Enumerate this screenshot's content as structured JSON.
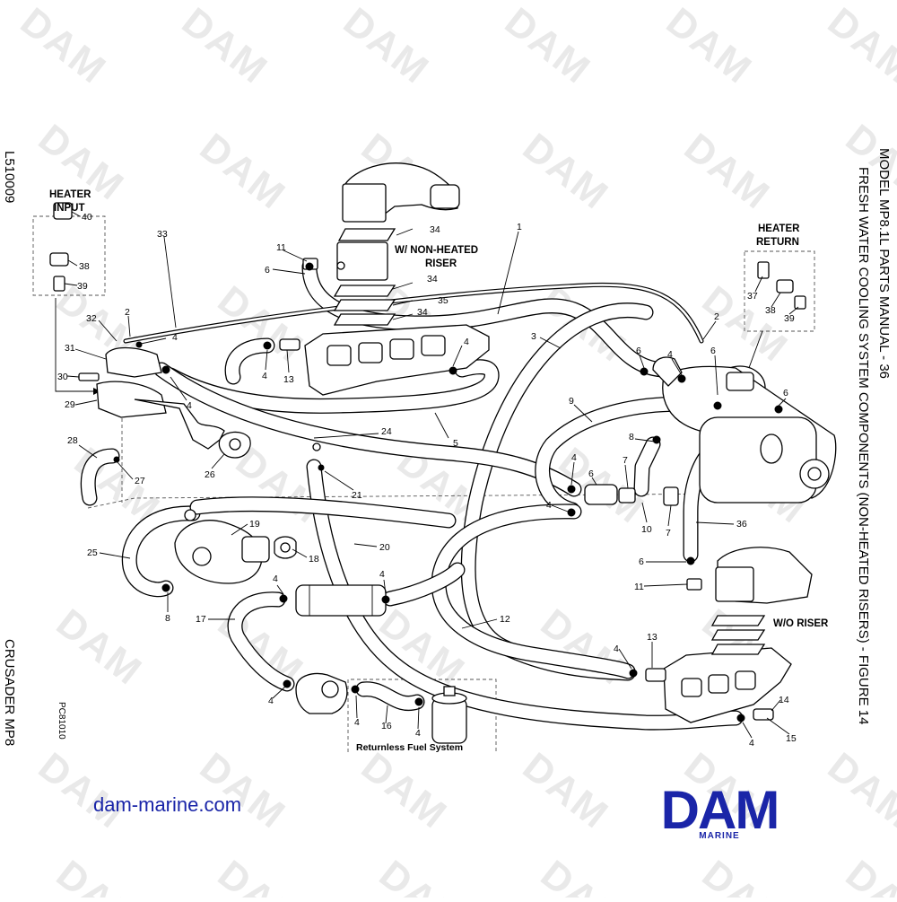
{
  "watermark": "DAM",
  "header": {
    "doc_title_1": "MODEL MP8.1L PARTS MANUAL - 36",
    "doc_title_2": "FRESH WATER COOLING SYSTEM COMPONENTS (NON-HEATED RISERS) - FIGURE 14",
    "code_left": "L510009",
    "footer_left": "CRUSADER MP8"
  },
  "diagram": {
    "labels": {
      "heater_input_1": "HEATER",
      "heater_input_2": "INPUT",
      "heater_return_1": "HEATER",
      "heater_return_2": "RETURN",
      "non_heated_riser_1": "W/ NON-HEATED",
      "non_heated_riser_2": "RISER",
      "wo_riser": "W/O RISER",
      "returnless_fuel": "Returnless Fuel System",
      "drawing_code": "PC81010"
    },
    "callouts": [
      {
        "text": "40"
      },
      {
        "text": "38"
      },
      {
        "text": "39"
      },
      {
        "text": "33"
      },
      {
        "text": "34"
      },
      {
        "text": "11"
      },
      {
        "text": "6"
      },
      {
        "text": "1"
      },
      {
        "text": "34"
      },
      {
        "text": "35"
      },
      {
        "text": "34"
      },
      {
        "text": "32"
      },
      {
        "text": "2"
      },
      {
        "text": "4"
      },
      {
        "text": "31"
      },
      {
        "text": "4"
      },
      {
        "text": "13"
      },
      {
        "text": "4"
      },
      {
        "text": "3"
      },
      {
        "text": "30"
      },
      {
        "text": "29"
      },
      {
        "text": "4"
      },
      {
        "text": "24"
      },
      {
        "text": "5"
      },
      {
        "text": "28"
      },
      {
        "text": "26"
      },
      {
        "text": "27"
      },
      {
        "text": "21"
      },
      {
        "text": "25"
      },
      {
        "text": "19"
      },
      {
        "text": "18"
      },
      {
        "text": "20"
      },
      {
        "text": "8"
      },
      {
        "text": "4"
      },
      {
        "text": "4"
      },
      {
        "text": "17"
      },
      {
        "text": "12"
      },
      {
        "text": "4"
      },
      {
        "text": "4"
      },
      {
        "text": "16"
      },
      {
        "text": "4"
      },
      {
        "text": "37"
      },
      {
        "text": "38"
      },
      {
        "text": "39"
      },
      {
        "text": "2"
      },
      {
        "text": "6"
      },
      {
        "text": "4"
      },
      {
        "text": "6"
      },
      {
        "text": "6"
      },
      {
        "text": "9"
      },
      {
        "text": "8"
      },
      {
        "text": "4"
      },
      {
        "text": "6"
      },
      {
        "text": "7"
      },
      {
        "text": "4"
      },
      {
        "text": "10"
      },
      {
        "text": "7"
      },
      {
        "text": "36"
      },
      {
        "text": "6"
      },
      {
        "text": "11"
      },
      {
        "text": "13"
      },
      {
        "text": "4"
      },
      {
        "text": "14"
      },
      {
        "text": "15"
      },
      {
        "text": "4"
      }
    ]
  },
  "footer": {
    "website": "dam-marine.com",
    "logo_text": "DAM",
    "logo_subtext": "MARINE"
  }
}
